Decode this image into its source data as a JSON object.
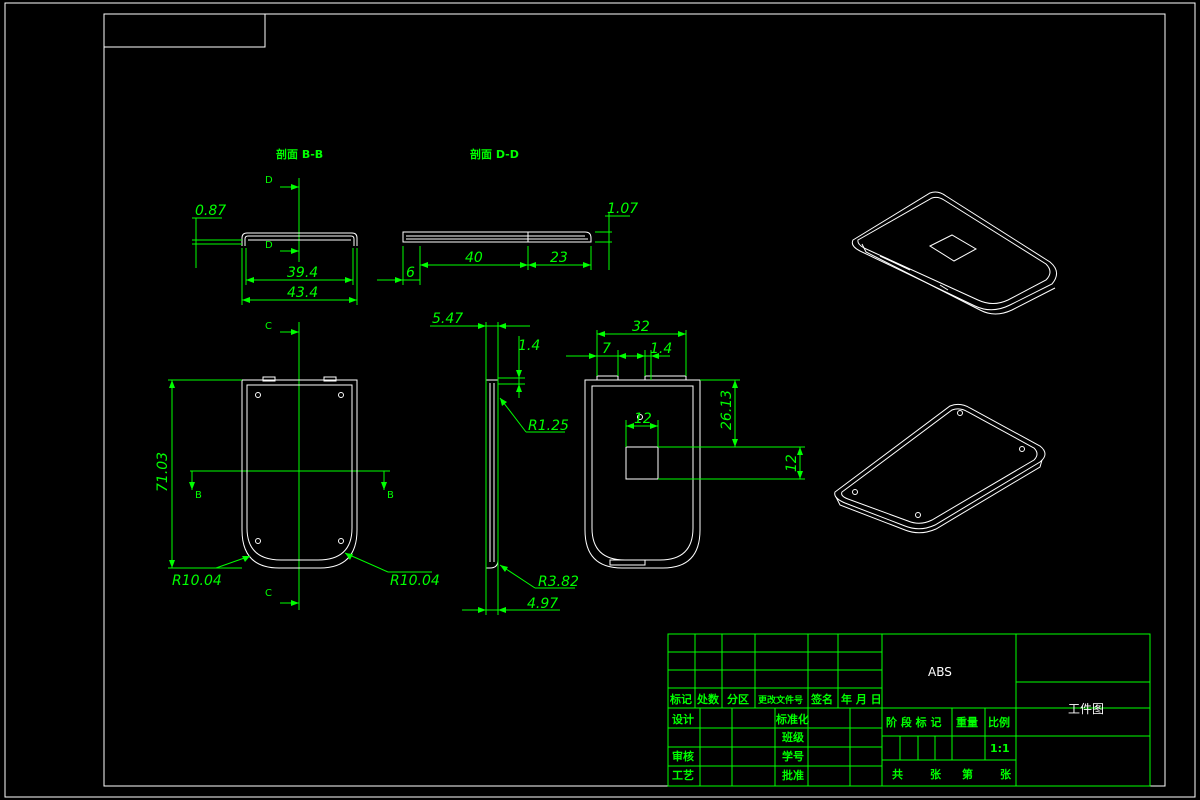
{
  "views": {
    "section_bb_title": "剖面 B-B",
    "section_dd_title": "剖面 D-D",
    "markers": {
      "d": "D",
      "c": "C",
      "b": "B"
    }
  },
  "dimensions": {
    "top_left_thickness": "0.87",
    "inner_width": "39.4",
    "outer_width": "43.4",
    "top_right_thickness": "1.07",
    "dd_offset": "6",
    "dd_length_a": "40",
    "dd_length_b": "23",
    "height": "71.03",
    "radius_left": "R10.04",
    "radius_right": "R10.04",
    "side_top": "5.47",
    "side_lip": "1.4",
    "side_fillet": "R1.25",
    "side_bottom_radius": "R3.82",
    "side_bottom": "4.97",
    "back_width": "32",
    "back_offset": "7",
    "back_lip": "1.4",
    "back_hole_width": "12",
    "back_hole_height": "12",
    "back_hole_offset": "26.13"
  },
  "title_block": {
    "material": "ABS",
    "drawing_name": "工件图",
    "headers": [
      "标记",
      "处数",
      "分区",
      "更改文件号",
      "签名",
      "年 月 日"
    ],
    "row_design": "设计",
    "row_standardize": "标准化",
    "row_class": "班级",
    "row_review": "审核",
    "row_student_no": "学号",
    "row_process": "工艺",
    "row_approve": "批准",
    "stage_headers": [
      "阶 段 标 记",
      "重量",
      "比例"
    ],
    "scale": "1:1",
    "sheet_total": "共",
    "sheet_unit_1": "张",
    "sheet_of": "第",
    "sheet_unit_2": "张"
  }
}
